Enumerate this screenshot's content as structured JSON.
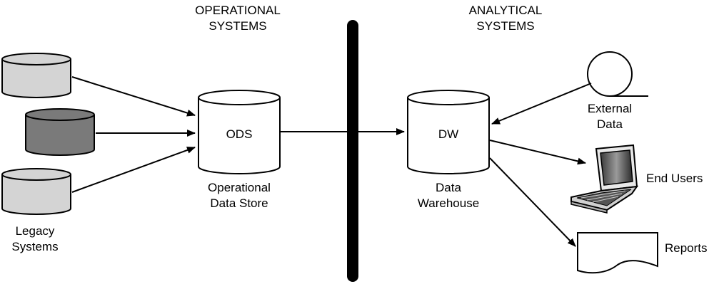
{
  "sections": {
    "operational": [
      "OPERATIONAL",
      "SYSTEMS"
    ],
    "analytical": [
      "ANALYTICAL",
      "SYSTEMS"
    ]
  },
  "legacy": {
    "label": [
      "Legacy",
      "Systems"
    ],
    "cylinder_colors": [
      "#d4d4d4",
      "#7a7a7a",
      "#d4d4d4"
    ]
  },
  "ods": {
    "abbr": "ODS",
    "label": [
      "Operational",
      "Data Store"
    ]
  },
  "dw": {
    "abbr": "DW",
    "label": [
      "Data",
      "Warehouse"
    ]
  },
  "external": {
    "label": [
      "External",
      "Data"
    ]
  },
  "end_users": {
    "label": "End Users"
  },
  "reports": {
    "label": "Reports"
  },
  "colors": {
    "stroke": "#000000",
    "light_cylinder": "#d4d4d4",
    "dark_cylinder": "#7a7a7a",
    "divider": "#000000"
  }
}
